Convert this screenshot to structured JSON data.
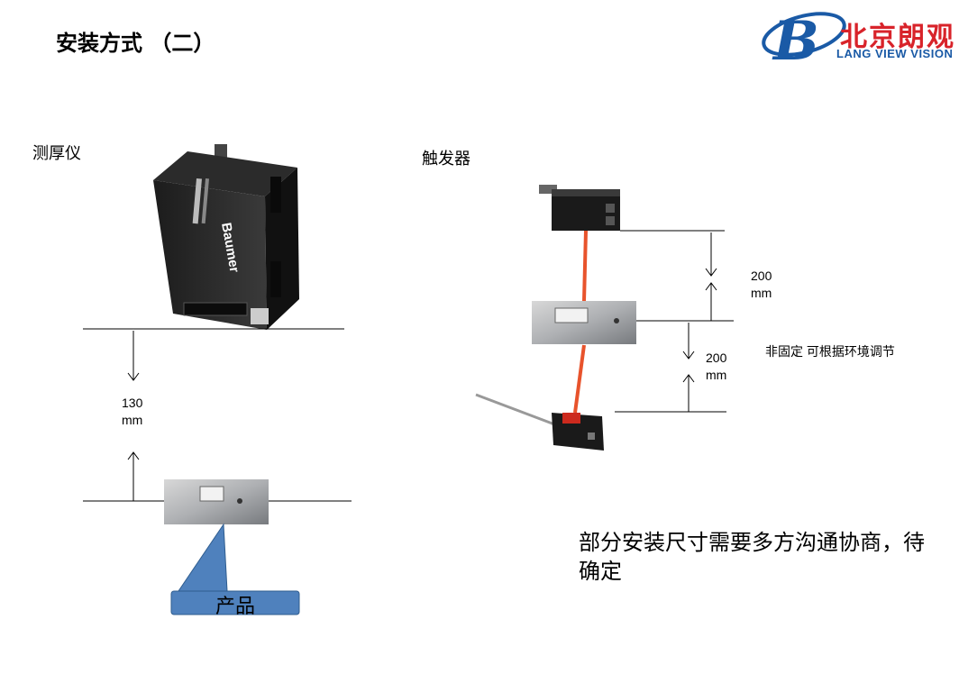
{
  "title": "安装方式 （二）",
  "logo": {
    "cn": "北京朗观",
    "en": "LANG VIEW VISION",
    "brand_color": "#1a5aa6",
    "accent_color": "#d8232a"
  },
  "left": {
    "label": "测厚仪",
    "sensor_brand": "Baumer",
    "distance_value": "130",
    "distance_unit": "mm",
    "product_label": "产品"
  },
  "right": {
    "label": "触发器",
    "upper_value": "200",
    "upper_unit": "mm",
    "lower_value": "200",
    "lower_unit": "mm",
    "note": "非固定 可根据环境调节"
  },
  "footer_text": "部分安装尺寸需要多方沟通协商，待确定"
}
